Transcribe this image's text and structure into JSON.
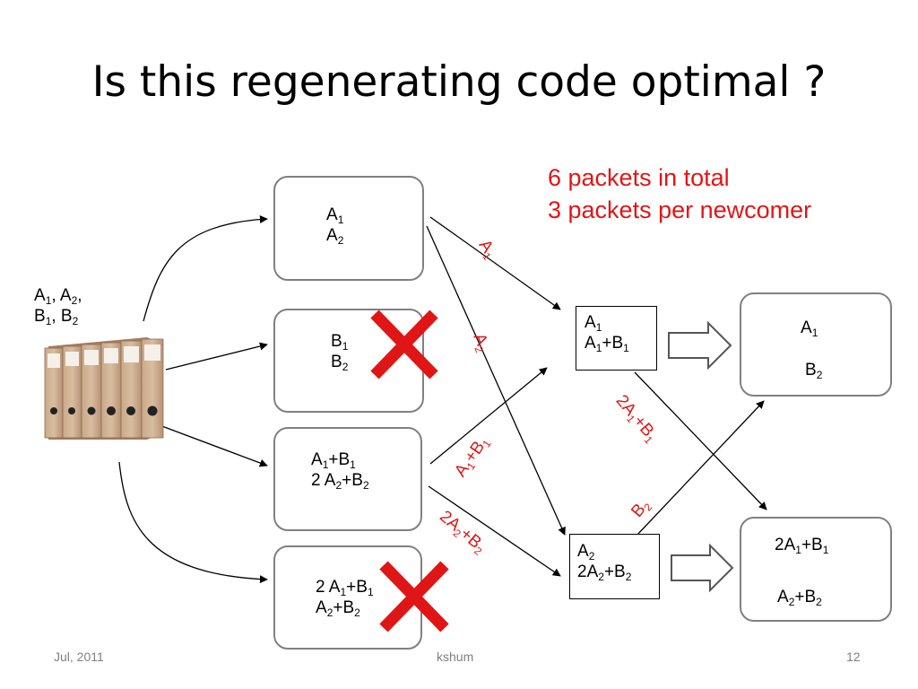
{
  "title": "Is this regenerating code optimal ?",
  "notes": [
    "6 packets in total",
    "3 packets per newcomer"
  ],
  "source_label": {
    "line1": [
      "A",
      "1",
      ", A",
      "2",
      ","
    ],
    "line2": [
      "B",
      "1",
      ", B",
      "2",
      ""
    ]
  },
  "storage_nodes": [
    {
      "lines": [
        [
          "A",
          "1",
          ""
        ],
        [
          "A",
          "2",
          ""
        ]
      ],
      "failed": false
    },
    {
      "lines": [
        [
          "B",
          "1",
          ""
        ],
        [
          "B",
          "2",
          ""
        ]
      ],
      "failed": true
    },
    {
      "lines": [
        [
          "A",
          "1",
          "+B",
          "1",
          ""
        ],
        [
          "2 A",
          "2",
          "+B",
          "2",
          ""
        ]
      ],
      "failed": false
    },
    {
      "lines": [
        [
          "2 A",
          "1",
          "+B",
          "1",
          ""
        ],
        [
          "A",
          "2",
          "+B",
          "2",
          ""
        ]
      ],
      "failed": true
    }
  ],
  "newcomers": [
    {
      "lines": [
        [
          "A",
          "1",
          ""
        ],
        [
          "A",
          "1",
          "+B",
          "1",
          ""
        ]
      ]
    },
    {
      "lines": [
        [
          "A",
          "2",
          ""
        ],
        [
          "2A",
          "2",
          "+B",
          "2",
          ""
        ]
      ]
    }
  ],
  "regenerated": [
    {
      "lines": [
        [
          "A",
          "1",
          ""
        ],
        [
          "B",
          "2",
          ""
        ]
      ]
    },
    {
      "lines": [
        [
          "2A",
          "1",
          "+B",
          "1",
          ""
        ],
        [
          "A",
          "2",
          "+B",
          "2",
          ""
        ]
      ]
    }
  ],
  "edge_labels": [
    [
      "A",
      "1",
      ""
    ],
    [
      "A",
      "2",
      ""
    ],
    [
      "A",
      "1",
      "+B",
      "1",
      ""
    ],
    [
      "2A",
      "2",
      "+B",
      "2",
      ""
    ],
    [
      "2A",
      "1",
      "+B",
      "1",
      ""
    ],
    [
      "B",
      "2",
      ""
    ]
  ],
  "footer": {
    "date": "Jul, 2011",
    "author": "kshum",
    "page": "12"
  },
  "colors": {
    "accent": "#e01616",
    "node_border": "#808080",
    "failure_mark": "#e01616"
  }
}
